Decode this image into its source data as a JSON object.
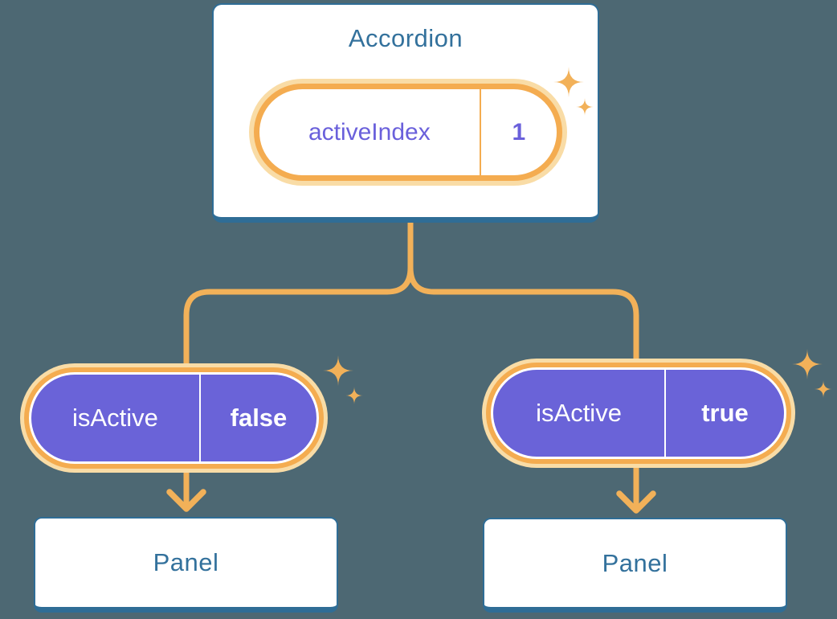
{
  "accordion": {
    "title": "Accordion",
    "state": {
      "name": "activeIndex",
      "value": "1"
    }
  },
  "props": [
    {
      "name": "isActive",
      "value": "false"
    },
    {
      "name": "isActive",
      "value": "true"
    }
  ],
  "panels": [
    {
      "label": "Panel"
    },
    {
      "label": "Panel"
    }
  ],
  "icons": {
    "sparkle": "sparkle-icon",
    "arrow": "arrow-down-icon"
  },
  "colors": {
    "background": "#4D6873",
    "card_fill": "#FFFFFF",
    "card_border_blue": "#2F6D96",
    "blue_text": "#33719C",
    "orange_line": "#F2B159",
    "orange_ring": "#F4AC50",
    "orange_glow": "#F9DCA6",
    "purple_fill": "#6A63D8",
    "purple_text": "#6A60DB",
    "white_text": "#FFFFFF"
  }
}
